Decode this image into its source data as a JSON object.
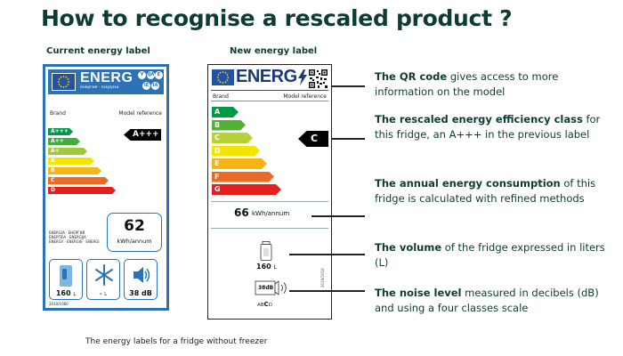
{
  "title": "How to recognise a rescaled product ?",
  "current_label": {
    "heading": "Current energy label",
    "energ_word": "ENERG",
    "energ_subline": "енергия · ενεργεια",
    "lang_letters": [
      "Y",
      "IJA",
      "E",
      "IE",
      "IA"
    ],
    "brand": "Brand",
    "model": "Model reference",
    "classes": [
      {
        "label": "A+++",
        "color": "#009a44"
      },
      {
        "label": "A++",
        "color": "#3fae3a"
      },
      {
        "label": "A+",
        "color": "#a0c938"
      },
      {
        "label": "A",
        "color": "#f2e600"
      },
      {
        "label": "B",
        "color": "#f6b415"
      },
      {
        "label": "C",
        "color": "#ec6a23"
      },
      {
        "label": "D",
        "color": "#e3201e"
      }
    ],
    "selected_class": "A+++",
    "kwh_value": "62",
    "kwh_unit": "kWh/annum",
    "energia_lines": [
      "ENERGIA · ЕНЕРГИЯ",
      "ΕΝΕΡΓΕΙΑ · ENERGIJA",
      "ENERGY · ENERGIE · ENERGI"
    ],
    "volume": "160",
    "volume_unit": "L",
    "freezer": "-",
    "freezer_unit": "L",
    "noise": "38 dB",
    "regulation": "2010/1060"
  },
  "new_label": {
    "heading": "New energy label",
    "energ_word": "ENERG",
    "brand": "Brand",
    "model": "Model reference",
    "classes": [
      {
        "label": "A",
        "color": "#009a44"
      },
      {
        "label": "B",
        "color": "#52b035"
      },
      {
        "label": "C",
        "color": "#b8d235"
      },
      {
        "label": "D",
        "color": "#f2e600"
      },
      {
        "label": "E",
        "color": "#f6b415"
      },
      {
        "label": "F",
        "color": "#ec6a23"
      },
      {
        "label": "G",
        "color": "#e3201e"
      }
    ],
    "selected_class": "C",
    "kwh_value": "66",
    "kwh_unit": "kWh/annum",
    "volume": "160",
    "volume_unit": "L",
    "noise_db": "38dB",
    "noise_classes": [
      "A",
      "B",
      "C",
      "D"
    ],
    "noise_class_selected": "C",
    "regcode": "2019/2016"
  },
  "callouts": [
    {
      "bold": "The QR code",
      "text": " gives access to more information on the model"
    },
    {
      "bold": "The rescaled energy efficiency class",
      "text": " for this fridge, an A+++ in the previous label"
    },
    {
      "bold": "The annual energy consumption",
      "text": " of this fridge is calculated with refined methods"
    },
    {
      "bold": "The volume",
      "text": " of the fridge expressed in liters (L)"
    },
    {
      "bold": "The noise level",
      "text": " measured in decibels (dB) and using a four classes scale"
    }
  ],
  "caption": "The energy labels for a fridge without freezer",
  "colors": {
    "title": "#0e3b34",
    "label_blue": "#2c73b5",
    "eu_blue": "#2453a3"
  }
}
